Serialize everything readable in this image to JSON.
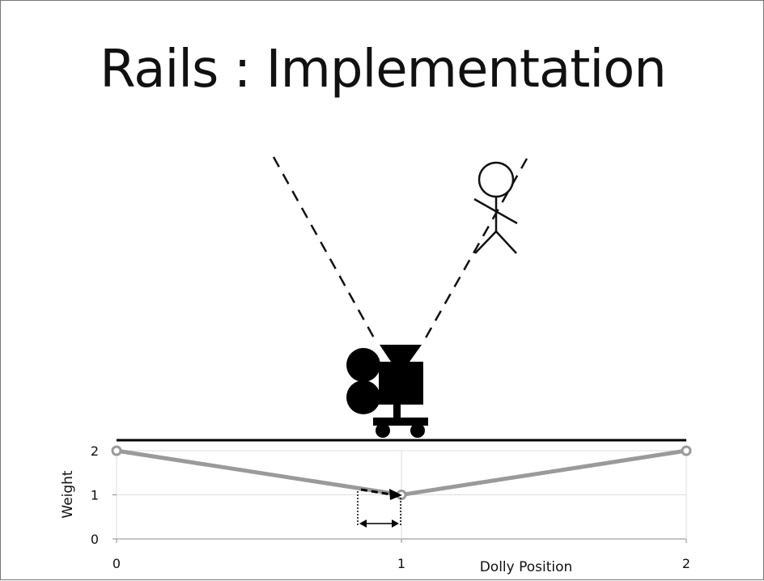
{
  "slide": {
    "title": "Rails : Implementation"
  },
  "chart_data": {
    "type": "line",
    "xlabel": "Dolly Position",
    "ylabel": "Weight",
    "x_ticks": [
      "0",
      "1",
      "2"
    ],
    "y_ticks": [
      "0",
      "1",
      "2"
    ],
    "xlim": [
      0,
      2
    ],
    "ylim": [
      0,
      2
    ],
    "grid": true,
    "series": [
      {
        "x": [
          0,
          1,
          2
        ],
        "y": [
          2,
          1,
          2
        ],
        "color": "#9a9a9a"
      }
    ]
  },
  "icons": [
    "camera-dolly-icon",
    "stick-figure-icon"
  ]
}
